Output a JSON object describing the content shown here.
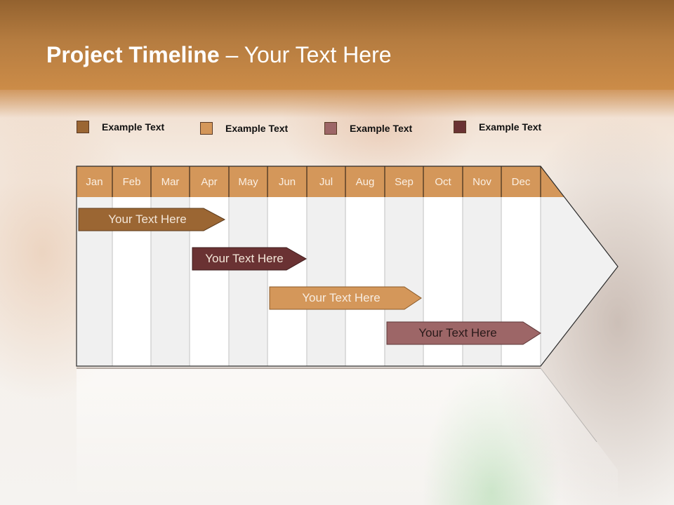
{
  "slide": {
    "title_bold": "Project Timeline",
    "title_rest": " – Your Text Here"
  },
  "legend": [
    {
      "label": "Example Text",
      "color": "#9b6633"
    },
    {
      "label": "Example Text",
      "color": "#d4975a"
    },
    {
      "label": "Example Text",
      "color": "#9d6667"
    },
    {
      "label": "Example Text",
      "color": "#6a3233"
    }
  ],
  "timeline": {
    "months": [
      "Jan",
      "Feb",
      "Mar",
      "Apr",
      "May",
      "Jun",
      "Jul",
      "Aug",
      "Sep",
      "Oct",
      "Nov",
      "Dec"
    ],
    "header_color": "#d4975a",
    "tasks": [
      {
        "label": "Your  Text Here",
        "start": "Jan",
        "end": "Apr",
        "color": "#9b6633",
        "text_color": "#f3e6d8"
      },
      {
        "label": "Your  Text Here",
        "start": "Apr",
        "end": "Jun",
        "color": "#6a3233",
        "text_color": "#f3e6d8"
      },
      {
        "label": "Your  Text Here",
        "start": "Jun",
        "end": "Sep",
        "color": "#d4975a",
        "text_color": "#f7ece0"
      },
      {
        "label": "Your  Text Here",
        "start": "Sep",
        "end": "Dec",
        "color": "#9d6667",
        "text_color": "#2a1a1a"
      }
    ]
  }
}
